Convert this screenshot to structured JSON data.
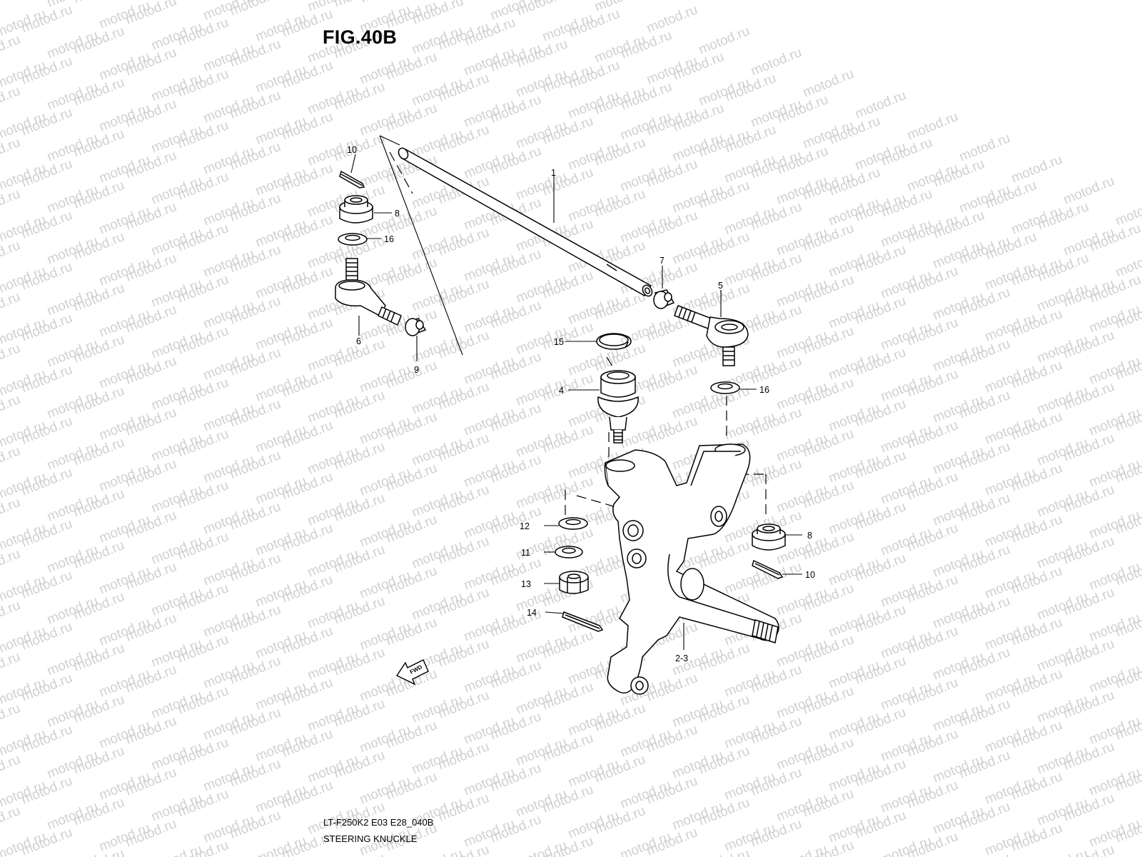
{
  "figure": {
    "title": "FIG.40B",
    "model_code": "LT-F250K2 E03 E28_040B",
    "section_title": "STEERING KNUCKLE",
    "fwd_label": "FWD",
    "watermark_text": "motod.ru"
  },
  "callouts": [
    {
      "key": "1",
      "label": "1"
    },
    {
      "key": "2-3",
      "label": "2-3"
    },
    {
      "key": "4",
      "label": "4"
    },
    {
      "key": "5",
      "label": "5"
    },
    {
      "key": "6",
      "label": "6"
    },
    {
      "key": "7",
      "label": "7"
    },
    {
      "key": "8a",
      "label": "8"
    },
    {
      "key": "8b",
      "label": "8"
    },
    {
      "key": "9",
      "label": "9"
    },
    {
      "key": "10a",
      "label": "10"
    },
    {
      "key": "10b",
      "label": "10"
    },
    {
      "key": "11",
      "label": "11"
    },
    {
      "key": "12",
      "label": "12"
    },
    {
      "key": "13",
      "label": "13"
    },
    {
      "key": "14",
      "label": "14"
    },
    {
      "key": "15",
      "label": "15"
    },
    {
      "key": "16a",
      "label": "16"
    },
    {
      "key": "16b",
      "label": "16"
    }
  ],
  "colors": {
    "line": "#000000",
    "watermark": "#d0d0d0",
    "background": "#ffffff"
  }
}
